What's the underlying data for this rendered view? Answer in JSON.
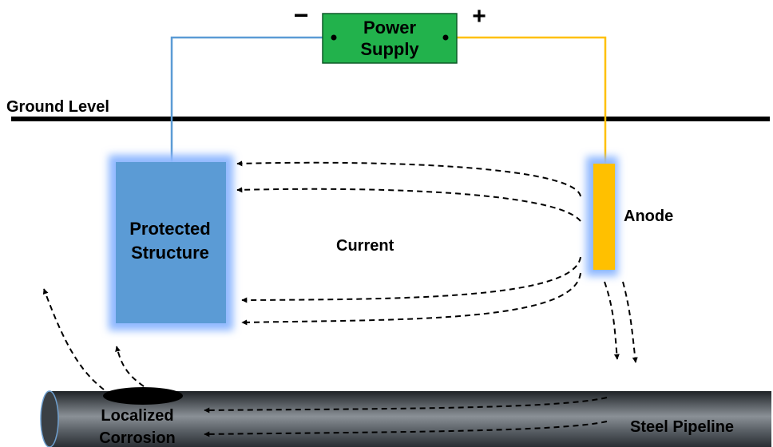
{
  "labels": {
    "minus": "−",
    "plus": "+",
    "power_supply_line1": "Power",
    "power_supply_line2": "Supply",
    "ground_level": "Ground Level",
    "protected_structure_line1": "Protected",
    "protected_structure_line2": "Structure",
    "current": "Current",
    "anode": "Anode",
    "localized_corrosion_line1": "Localized",
    "localized_corrosion_line2": "Corrosion",
    "steel_pipeline": "Steel Pipeline"
  },
  "colors": {
    "power_supply_fill": "#22b24c",
    "negative_wire": "#5b9bd5",
    "positive_wire": "#ffc000",
    "protected_structure": "#5b9bd5",
    "anode": "#ffc000",
    "ground_line": "#000000",
    "pipeline": "#3a3f44",
    "corrosion_pit": "#000000"
  }
}
